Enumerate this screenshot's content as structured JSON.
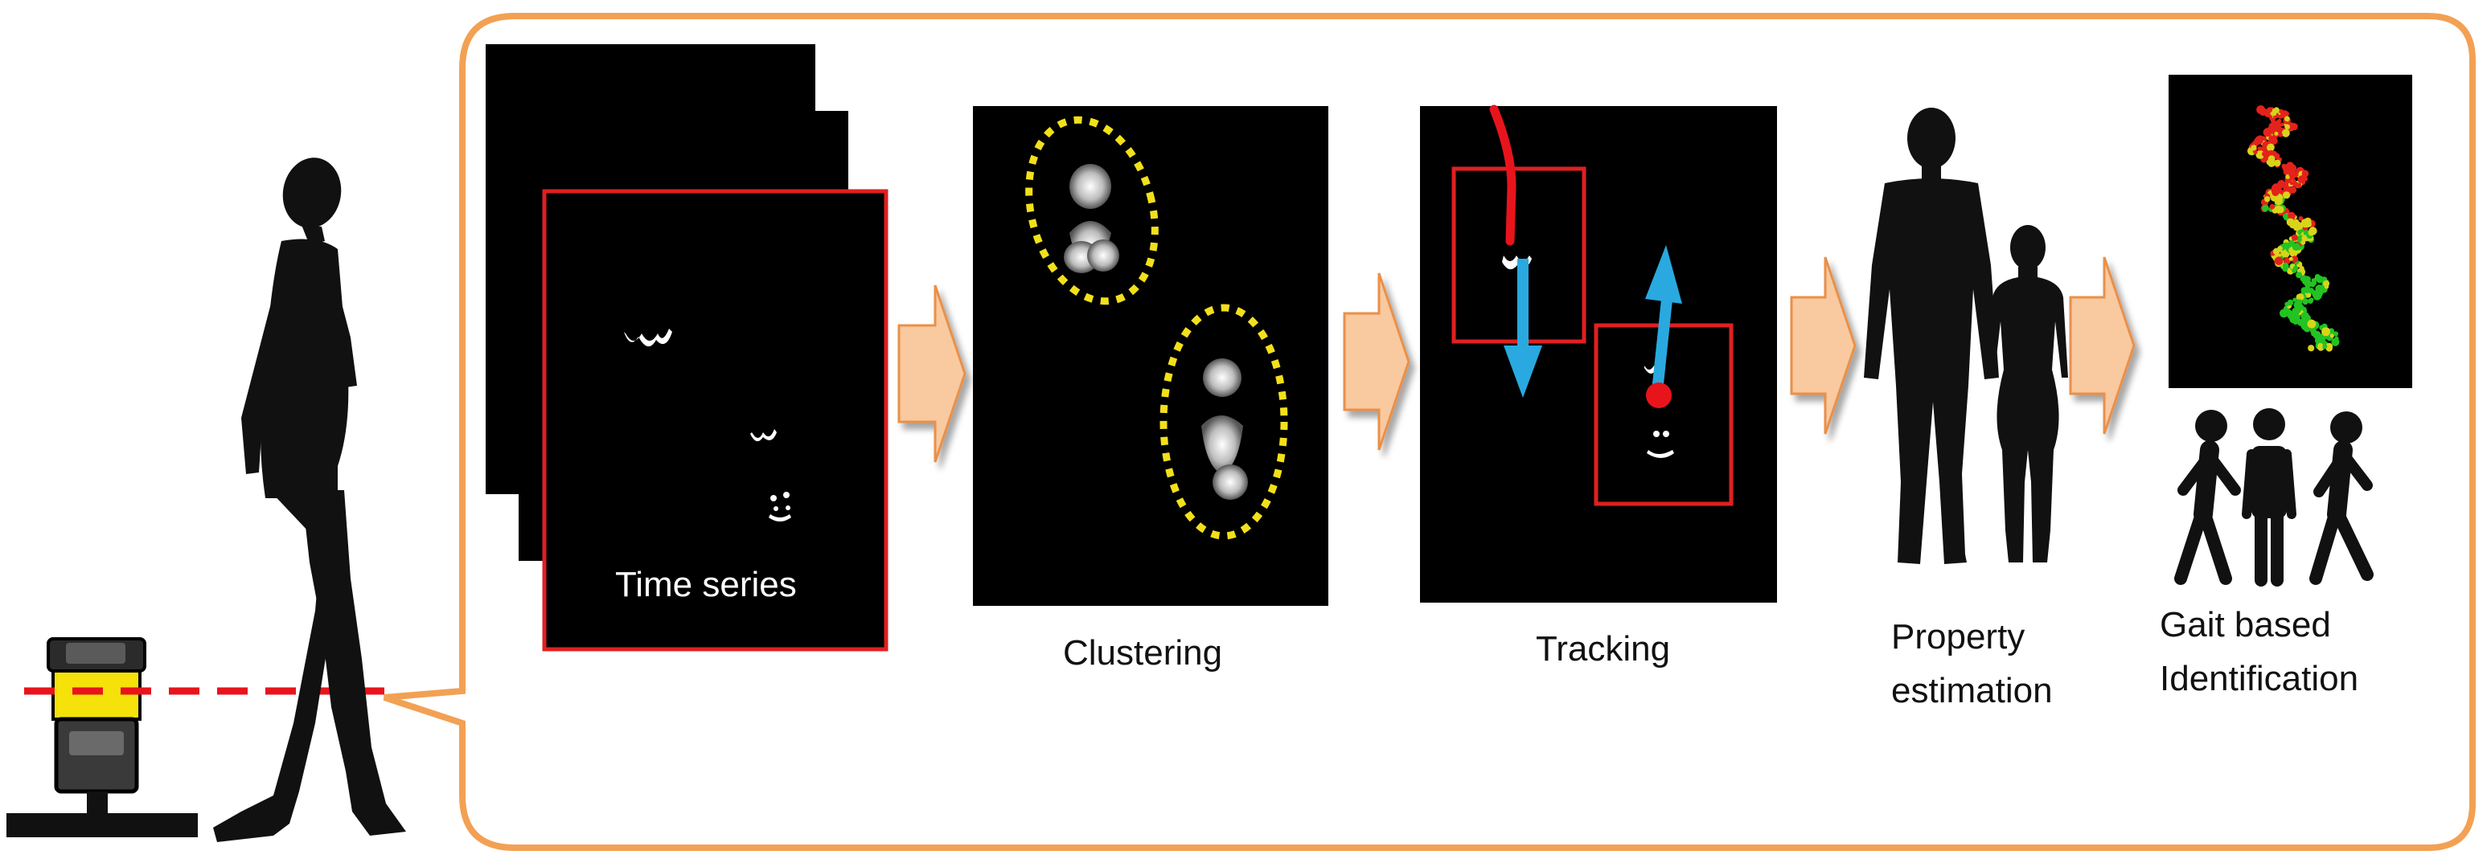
{
  "diagram": {
    "stages": [
      {
        "id": "time-series",
        "label": "Time series"
      },
      {
        "id": "clustering",
        "label": "Clustering"
      },
      {
        "id": "tracking",
        "label": "Tracking"
      },
      {
        "id": "property-estimation",
        "label_line1": "Property",
        "label_line2": "estimation"
      },
      {
        "id": "gait-identification",
        "label_line1": "Gait based",
        "label_line2": "Identification"
      }
    ],
    "colors": {
      "callout_border": "#F2A154",
      "arrow_fill": "#F9C9A0",
      "highlight_box": "#E02020",
      "cluster_ring": "#F2E01A",
      "track_arrow": "#29A9E0",
      "track_line": "#E8141C",
      "laser_beam": "#E8141C",
      "sensor_light": "#F5E20A",
      "silhouette": "#111111",
      "cloud_red": "#E4221C",
      "cloud_green": "#22C322",
      "cloud_yellow": "#D8D41A"
    },
    "icons": [
      "laser-range-sensor-icon",
      "walking-person-icon",
      "human-silhouette-icon",
      "walking-people-icon"
    ]
  }
}
